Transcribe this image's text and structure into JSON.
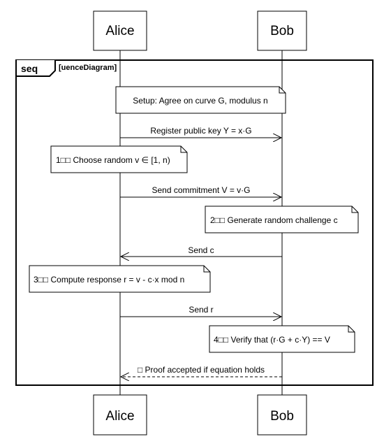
{
  "frame": {
    "tag": "seq",
    "label": "[uenceDiagram]"
  },
  "participants": [
    {
      "id": "alice",
      "name": "Alice"
    },
    {
      "id": "bob",
      "name": "Bob"
    }
  ],
  "events": [
    {
      "kind": "note",
      "over": "both",
      "text": "Setup: Agree on curve G, modulus n"
    },
    {
      "kind": "message",
      "from": "alice",
      "to": "bob",
      "style": "solid",
      "text": "Register public key Y = x·G"
    },
    {
      "kind": "note",
      "over": "alice",
      "text": "1□□ Choose random v ∈ [1, n)"
    },
    {
      "kind": "message",
      "from": "alice",
      "to": "bob",
      "style": "solid",
      "text": "Send commitment V = v·G"
    },
    {
      "kind": "note",
      "over": "bob",
      "text": "2□□ Generate random challenge c"
    },
    {
      "kind": "message",
      "from": "bob",
      "to": "alice",
      "style": "solid",
      "text": "Send c"
    },
    {
      "kind": "note",
      "over": "alice",
      "text": "3□□ Compute response r = v - c·x mod n"
    },
    {
      "kind": "message",
      "from": "alice",
      "to": "bob",
      "style": "solid",
      "text": "Send r"
    },
    {
      "kind": "note",
      "over": "bob",
      "text": "4□□ Verify that (r·G + c·Y) == V"
    },
    {
      "kind": "message",
      "from": "bob",
      "to": "alice",
      "style": "dashed",
      "text": "□ Proof accepted if equation holds"
    }
  ]
}
